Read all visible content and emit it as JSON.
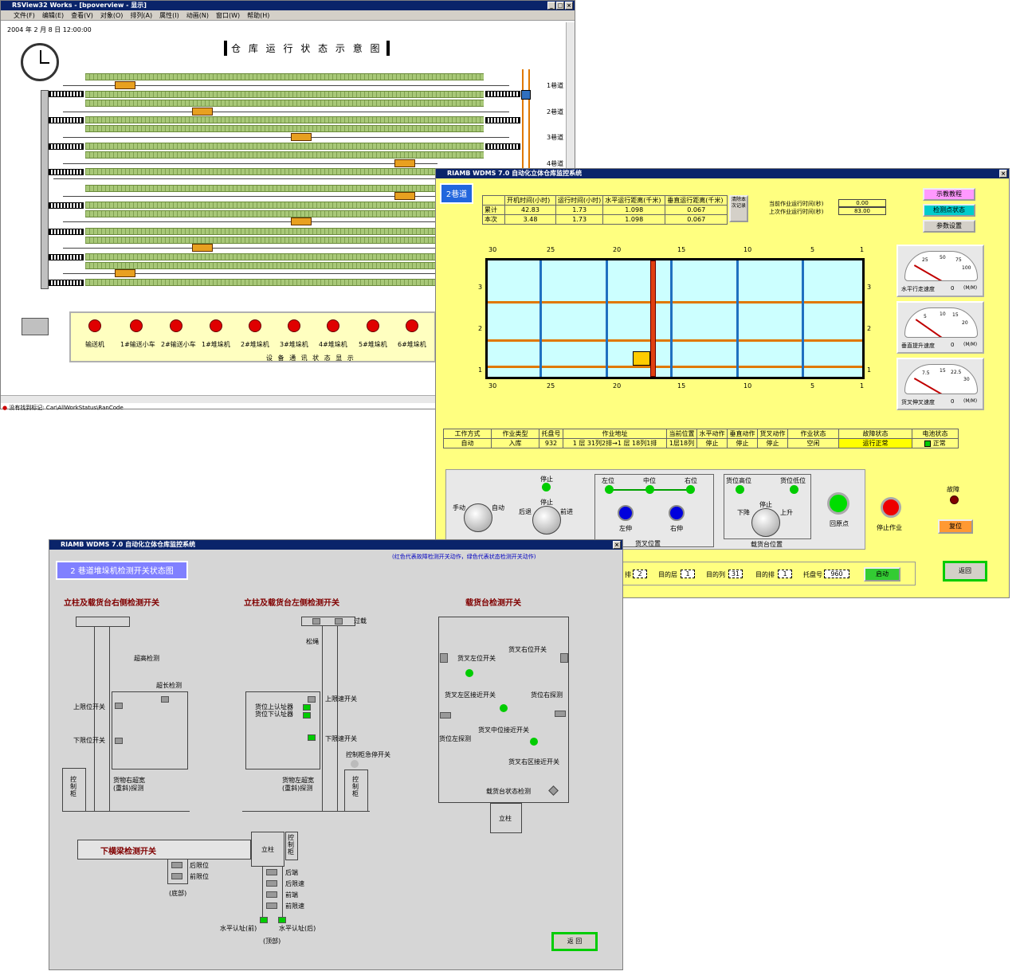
{
  "colors": {
    "titlebar": "#0a246a",
    "panel_yellow": "#ffff80",
    "panel_gray": "#d6d6d6",
    "rack_green": "#a8c878",
    "bin_cyan": "#ccffff",
    "shelf_orange": "#e07800",
    "led_red": "#e00000",
    "led_green": "#00cc00"
  },
  "win1": {
    "title": "RSView32 Works - [bpoverview - 显示]",
    "menu": [
      "文件(F)",
      "编辑(E)",
      "查看(V)",
      "对象(O)",
      "排列(A)",
      "属性(I)",
      "动画(N)",
      "窗口(W)",
      "帮助(H)"
    ],
    "datetime": "2004 年 2 月 8 日   12:00:00",
    "heading": "仓 库 运 行 状 态 示 意 图",
    "lanes": [
      "1巷道",
      "2巷道",
      "3巷道",
      "4巷道"
    ],
    "devices": [
      "输送机",
      "1#输送小车",
      "2#输送小车",
      "1#堆垛机",
      "2#堆垛机",
      "3#堆垛机",
      "4#堆垛机",
      "5#堆垛机",
      "6#堆垛机"
    ],
    "panel_caption": "设 备 通 讯 状 态 显 示",
    "status": "没有找到标记: Car\\AllWorkStatus\\RanCode"
  },
  "win2": {
    "title": "RIAMB WDMS 7.0 自动化立体仓库监控系统",
    "lane_badge": "2巷道",
    "stats": {
      "headers": [
        "",
        "开机时间(小时)",
        "运行时间(小时)",
        "水平运行距离(千米)",
        "垂直运行距离(千米)"
      ],
      "rows": [
        [
          "累计",
          "42.83",
          "1.73",
          "1.098",
          "0.067"
        ],
        [
          "本次",
          "3.48",
          "1.73",
          "1.098",
          "0.067"
        ]
      ]
    },
    "clear_btn": "清除本次记录",
    "op_time_labels": [
      "当前作业运行时间(秒)",
      "上次作业运行时间(秒)"
    ],
    "op_time_values": [
      "0.00",
      "83.00"
    ],
    "side_btns": [
      "示教教程",
      "检测点状态",
      "参数设置"
    ],
    "col_ticks": [
      "30",
      "25",
      "20",
      "15",
      "10",
      "5",
      "1"
    ],
    "row_ticks": [
      "3",
      "2",
      "1"
    ],
    "gauges": [
      {
        "label": "水平行走速度",
        "value": "0",
        "unit": "(M/M)",
        "scale": [
          "25",
          "50",
          "75",
          "100"
        ]
      },
      {
        "label": "垂直提升速度",
        "value": "0",
        "unit": "(M/M)",
        "scale": [
          "5",
          "10",
          "15",
          "20"
        ]
      },
      {
        "label": "货叉伸叉速度",
        "value": "0",
        "unit": "(M/M)",
        "scale": [
          "7.5",
          "15",
          "22.5",
          "30"
        ]
      }
    ],
    "task_headers": [
      "工作方式",
      "作业类型",
      "托盘号",
      "作业地址",
      "当前位置",
      "水平动作",
      "垂直动作",
      "货叉动作",
      "作业状态",
      "故障状态",
      "电池状态"
    ],
    "task_values": [
      "自动",
      "入库",
      "932",
      "1 层 31列2排→1 层 18列1排",
      "1层18列",
      "停止",
      "停止",
      "停止",
      "空闲",
      "运行正常",
      "正常"
    ],
    "ctrl": {
      "mode_manual": "手动",
      "mode_auto": "自动",
      "stop_top": "停止",
      "stop": "停止",
      "back": "后退",
      "fwd": "前进",
      "left": "左位",
      "mid": "中位",
      "right": "右位",
      "left_ext": "左伸",
      "right_ext": "右伸",
      "fork_pos": "货叉位置",
      "high": "货位高位",
      "low": "货位低位",
      "down": "下降",
      "lift_stop": "停止",
      "up": "上升",
      "lift_pos": "载货台位置",
      "home": "回原点",
      "stop_job": "停止作业",
      "fault": "故障",
      "reset": "复位"
    },
    "target": {
      "row_label": "排",
      "row": "2",
      "layer_label": "目的层",
      "layer": "1",
      "col_label": "目的列",
      "col": "31",
      "drow_label": "目的排",
      "drow": "1",
      "pallet_label": "托盘号",
      "pallet": "960",
      "start": "启动"
    },
    "back": "返回"
  },
  "win3": {
    "title": "RIAMB WDMS 7.0 自动化立体仓库监控系统",
    "note": "(红色代表故障检测开关动作，绿色代表状态检测开关动作)",
    "badge": "2 巷道堆垛机检测开关状态图",
    "sec_right": "立柱及载货台右侧检测开关",
    "sec_left": "立柱及载货台左侧检测开关",
    "sec_platform": "载货台检测开关",
    "sec_beam": "下横梁检测开关",
    "r": {
      "over_height": "超高检测",
      "over_length": "超长检测",
      "up_limit": "上限位开关",
      "down_limit": "下限位开关",
      "right_sup": "货物右超宽",
      "right_sup2": "(重斜)探测",
      "cabinet": "控制柜"
    },
    "l": {
      "overload": "过载",
      "slack": "松绳",
      "up_slow": "上限速开关",
      "cargo_up": "货位上认址器",
      "cargo_down": "货位下认址器",
      "down_slow": "下限速开关",
      "estop": "控制柜急停开关",
      "left_sup": "货物左超宽",
      "left_sup2": "(重斜)探测",
      "cabinet": "控制柜"
    },
    "p": {
      "fork_left": "货叉左位开关",
      "fork_right": "货叉右位开关",
      "left_zone": "货叉左区接近开关",
      "right_probe": "货位右探测",
      "left_probe": "货位左探测",
      "mid_zone": "货叉中位接近开关",
      "right_zone": "货叉右区接近开关",
      "platform_state": "载货台状态检测",
      "column": "立柱"
    },
    "b": {
      "column": "立柱",
      "cabinet": "控制柜",
      "rear_limit": "后限位",
      "front_limit": "前限位",
      "bottom": "(底部)",
      "rear_end": "后端",
      "rear_slow": "后限速",
      "front_end": "前端",
      "front_slow": "前限速",
      "h_front": "水平认址(前)",
      "h_rear": "水平认址(后)",
      "top": "(顶部)"
    },
    "back": "返 回"
  }
}
